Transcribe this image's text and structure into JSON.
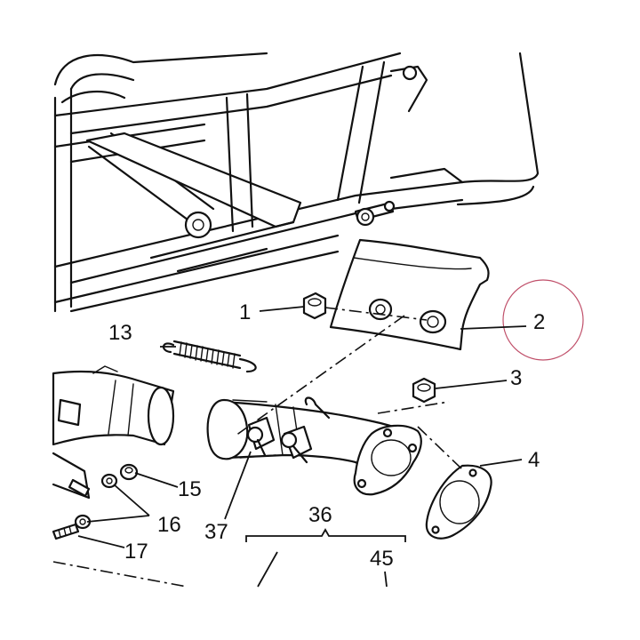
{
  "callouts": {
    "c1": "1",
    "c2": "2",
    "c3": "3",
    "c4": "4",
    "c13": "13",
    "c15": "15",
    "c16": "16",
    "c17": "17",
    "c36": "36",
    "c37": "37",
    "c45": "45"
  },
  "colors": {
    "line": "#111111",
    "highlight_circle": "#c0506a",
    "background": "#ffffff"
  }
}
